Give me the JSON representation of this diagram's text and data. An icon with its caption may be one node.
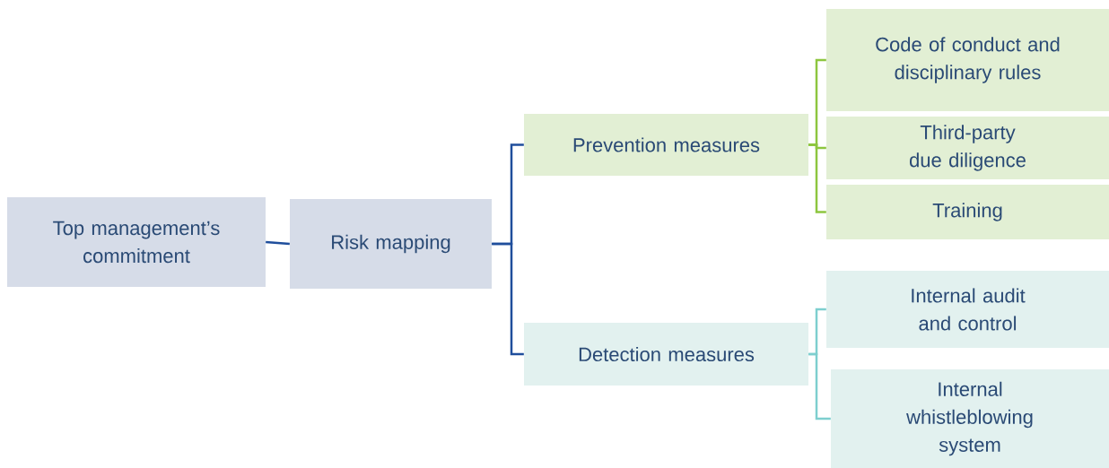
{
  "diagram": {
    "nodes": [
      {
        "text": [
          "Top management’s commitment"
        ]
      },
      {
        "text": [
          "Risk mapping"
        ]
      },
      {
        "text": [
          "Prevention measures"
        ]
      },
      {
        "text": [
          "Code of conduct and disciplinary rules"
        ]
      },
      {
        "text": [
          "Third-party due diligence"
        ]
      },
      {
        "text": [
          "Training"
        ]
      },
      {
        "text": [
          "Detection measures"
        ]
      },
      {
        "text": [
          "Internal audit and control"
        ]
      },
      {
        "text": [
          "Internal whistleblowing system"
        ]
      }
    ],
    "edges": [
      {
        "from": 0,
        "to": 1,
        "arrow": "none",
        "color": "#1f4e9c"
      },
      {
        "from": 1,
        "to": 2,
        "arrow": "none",
        "color": "#1f4e9c"
      },
      {
        "from": 1,
        "to": 6,
        "arrow": "none",
        "color": "#1f4e9c"
      },
      {
        "from": 2,
        "to": 3,
        "arrow": "none",
        "color": "#8dc63f"
      },
      {
        "from": 2,
        "to": 4,
        "arrow": "none",
        "color": "#8dc63f"
      },
      {
        "from": 2,
        "to": 5,
        "arrow": "none",
        "color": "#8dc63f"
      },
      {
        "from": 6,
        "to": 7,
        "arrow": "none",
        "color": "#7ecfcf"
      },
      {
        "from": 6,
        "to": 8,
        "arrow": "none",
        "color": "#7ecfcf"
      }
    ]
  }
}
